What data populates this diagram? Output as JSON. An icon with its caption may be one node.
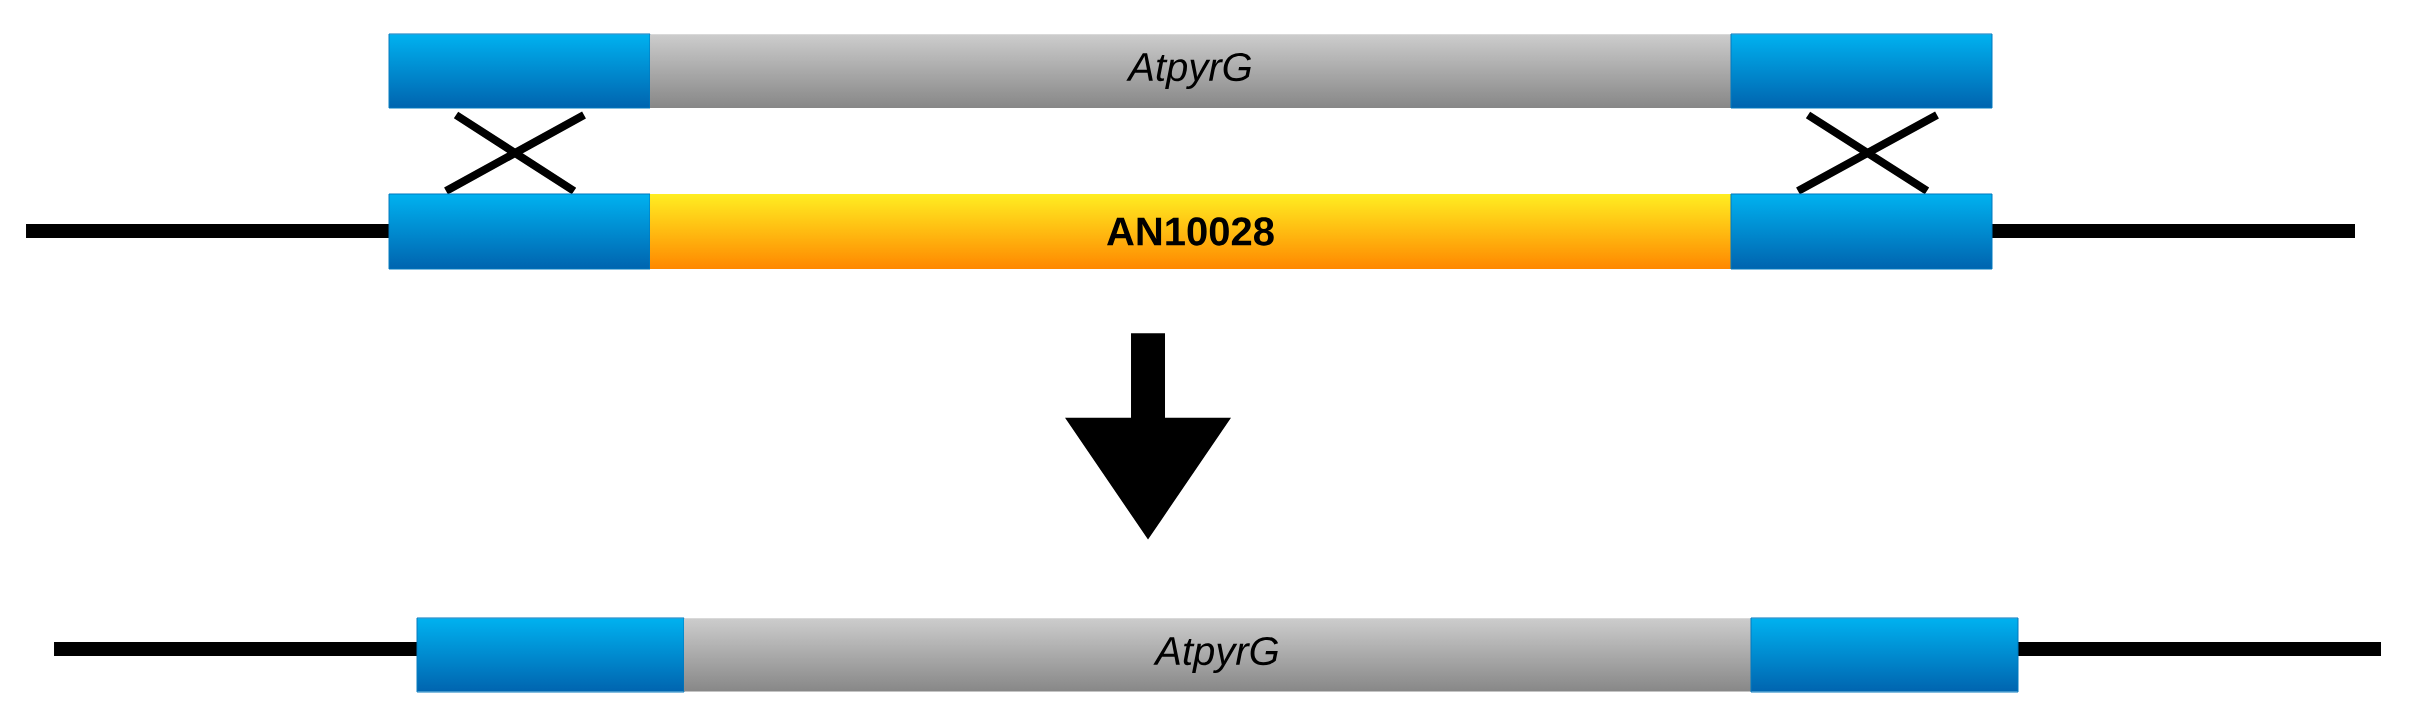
{
  "diagram": {
    "nodes": [
      {
        "text": [],
        "shape": "bar"
      },
      {
        "text": [
          "*AtpyrG*"
        ]
      },
      {
        "text": [],
        "shape": "bar"
      },
      {
        "text": [],
        "shape": "bar"
      },
      {
        "text": [
          "**AN10028**"
        ]
      },
      {
        "text": [],
        "shape": "bar"
      },
      {
        "text": [],
        "shape": "bar"
      },
      {
        "text": [
          "*AtpyrG*"
        ]
      },
      {
        "text": [],
        "shape": "bar"
      }
    ],
    "edges": [
      {
        "from": 4,
        "to": 7,
        "arrow": "to"
      }
    ]
  }
}
